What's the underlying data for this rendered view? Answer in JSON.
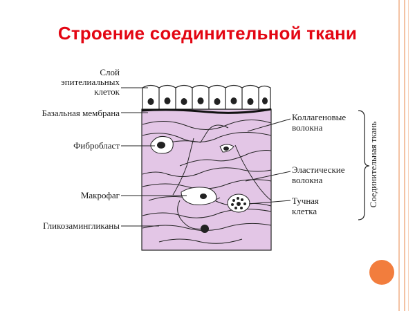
{
  "slide": {
    "title": "Строение соединительной ткани"
  },
  "labels": {
    "epithelial_line1": "Слой",
    "epithelial_line2": "эпителиальных",
    "epithelial_line3": "клеток",
    "basement_membrane": "Базальная мембрана",
    "fibroblast": "Фибробласт",
    "macrophage": "Макрофаг",
    "glycosaminoglycans": "Гликозамингликаны",
    "collagen_line1": "Коллагеновые",
    "collagen_line2": "волокна",
    "elastic_line1": "Эластические",
    "elastic_line2": "волокна",
    "mast_line1": "Тучная",
    "mast_line2": "клетка",
    "connective_tissue": "Соединительная ткань"
  },
  "colors": {
    "title": "#e30613",
    "tissue_fill": "#e3c6e6",
    "accent_circle": "#f27d3d",
    "frame": "#f4c3a4"
  }
}
